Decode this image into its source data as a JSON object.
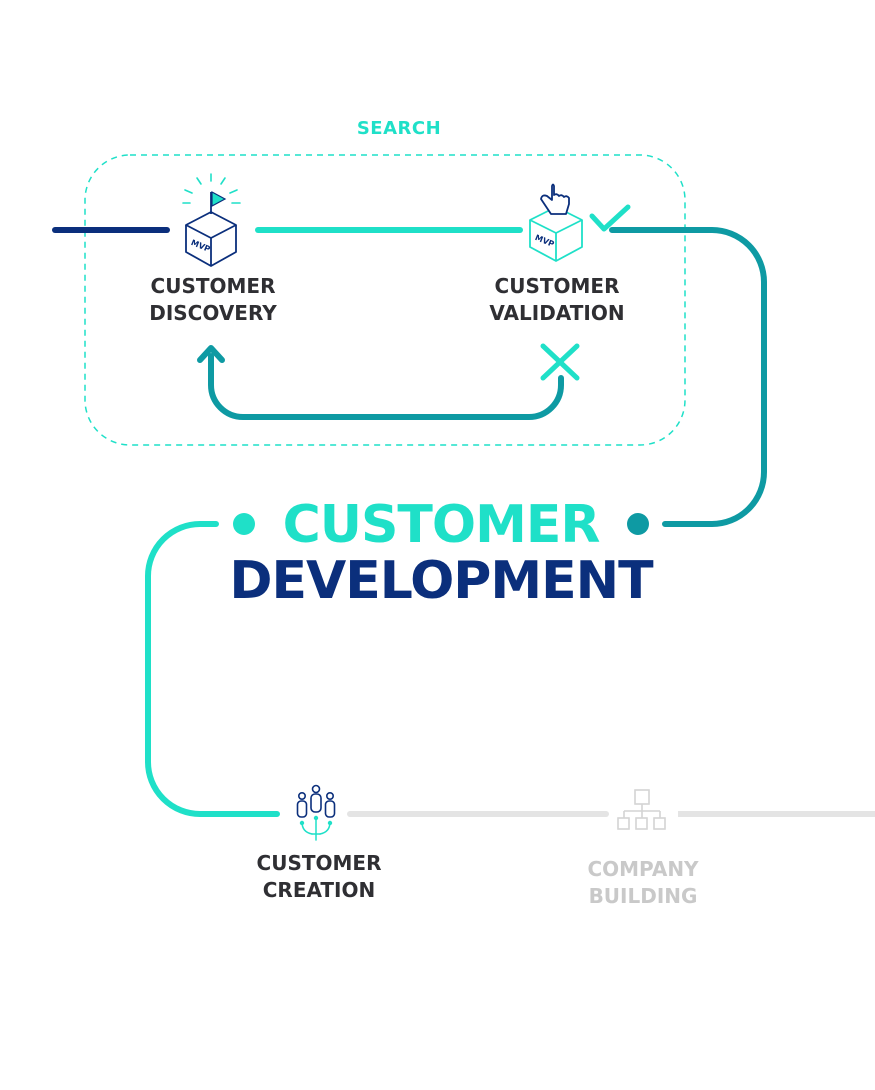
{
  "search_label": "SEARCH",
  "title": {
    "line1": "CUSTOMER",
    "line2": "DEVELOPMENT"
  },
  "steps": {
    "discovery": {
      "line1": "CUSTOMER",
      "line2": "DISCOVERY",
      "icon": "mvp-box-flag-icon"
    },
    "validation": {
      "line1": "CUSTOMER",
      "line2": "VALIDATION",
      "icon": "mvp-box-hand-icon"
    },
    "creation": {
      "line1": "CUSTOMER",
      "line2": "CREATION",
      "icon": "people-network-icon"
    },
    "building": {
      "line1": "COMPANY",
      "line2": "BUILDING",
      "icon": "org-chart-icon"
    }
  },
  "mvp_text": "MVP",
  "colors": {
    "teal": "#1fe0c8",
    "dark_teal": "#0e9aa3",
    "navy": "#0b2f7c",
    "gray": "#e4e4e4",
    "muted_text": "#c9c9c9",
    "dark_text": "#2f2f33"
  }
}
